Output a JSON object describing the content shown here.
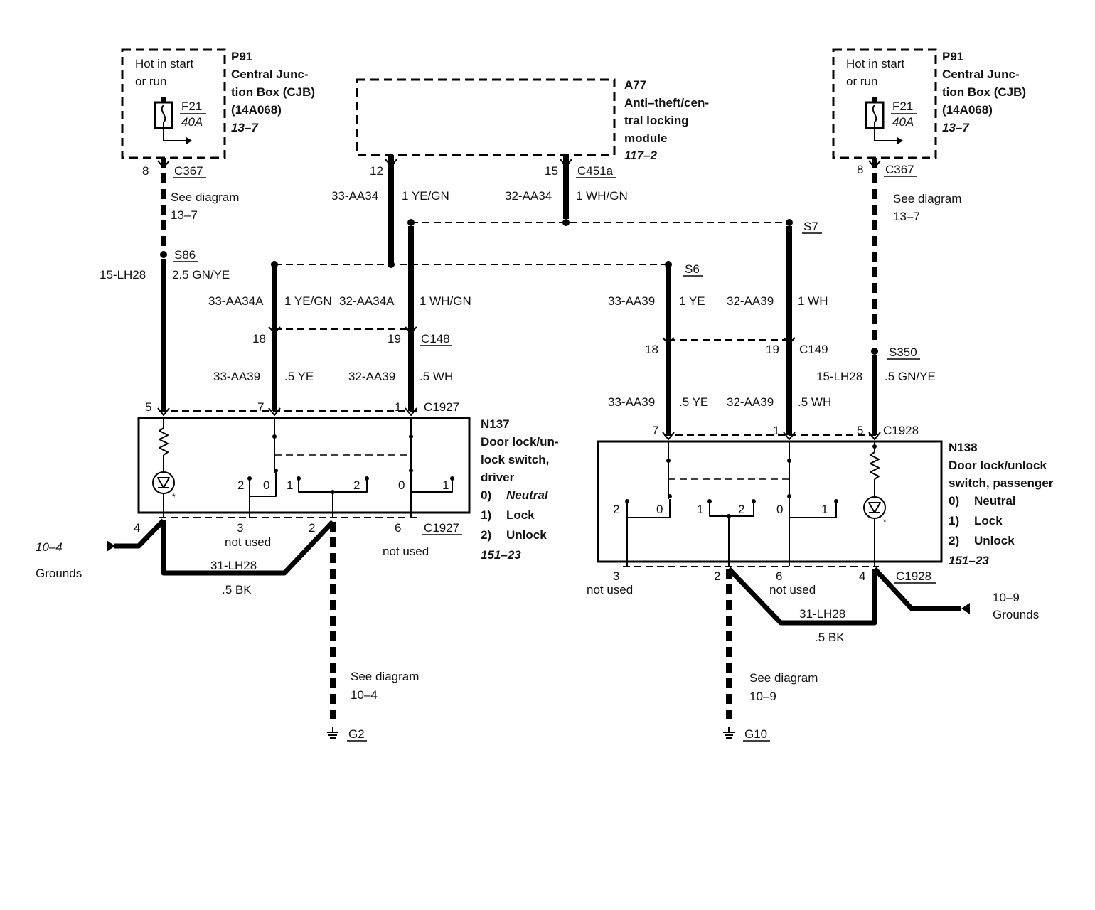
{
  "left_cjb": {
    "id": "P91",
    "name_lines": [
      "Central Junc-",
      "tion Box (CJB)",
      "(14A068)"
    ],
    "ref": "13–7",
    "hot_lines": [
      "Hot in start",
      "or run"
    ],
    "fuse_id": "F21",
    "fuse_rating": "40A",
    "pin": "8",
    "connector": "C367",
    "see_diagram": [
      "See diagram",
      "13–7"
    ]
  },
  "right_cjb": {
    "id": "P91",
    "name_lines": [
      "Central Junc-",
      "tion Box (CJB)",
      "(14A068)"
    ],
    "ref": "13–7",
    "hot_lines": [
      "Hot in start",
      "or run"
    ],
    "fuse_id": "F21",
    "fuse_rating": "40A",
    "pin": "8",
    "connector": "C367",
    "see_diagram": [
      "See diagram",
      "13–7"
    ]
  },
  "module": {
    "id": "A77",
    "name_lines": [
      "Anti–theft/cen-",
      "tral locking",
      "module"
    ],
    "ref": "117–2",
    "pin_a": "12",
    "pin_b": "15",
    "connector": "C451a",
    "wire_a_circuit": "33-AA34",
    "wire_a_color": "1 YE/GN",
    "wire_b_circuit": "32-AA34",
    "wire_b_color": "1 WH/GN"
  },
  "splices": {
    "s86": "S86",
    "s86_circuit": "15-LH28",
    "s86_color": "2.5 GN/YE",
    "s7": "S7",
    "s6": "S6",
    "s350": "S350",
    "s350_circuit": "15-LH28",
    "s350_color": ".5 GN/YE"
  },
  "left_branch": {
    "wire1_circuit": "33-AA34A",
    "wire1_color": "1 YE/GN",
    "wire2_circuit": "32-AA34A",
    "wire2_color": "1 WH/GN",
    "pin18": "18",
    "pin19": "19",
    "connector": "C148",
    "wire3_circuit": "33-AA39",
    "wire3_color": ".5 YE",
    "wire4_circuit": "32-AA39",
    "wire4_color": ".5 WH"
  },
  "right_branch": {
    "wire1_circuit": "33-AA39",
    "wire1_color": "1 YE",
    "wire2_circuit": "32-AA39",
    "wire2_color": "1 WH",
    "pin18": "18",
    "pin19": "19",
    "connector": "C149",
    "wire3_circuit": "33-AA39",
    "wire3_color": ".5 YE",
    "wire4_circuit": "32-AA39",
    "wire4_color": ".5 WH"
  },
  "driver_switch": {
    "id": "N137",
    "name_lines": [
      "Door lock/un-",
      "lock switch,",
      "driver"
    ],
    "positions": [
      {
        "num": "0)",
        "label": "Neutral"
      },
      {
        "num": "1)",
        "label": "Lock"
      },
      {
        "num": "2)",
        "label": "Unlock"
      }
    ],
    "ref": "151–23",
    "connector_top": "C1927",
    "connector_bottom": "C1927",
    "top_pins": [
      "5",
      "7",
      "1"
    ],
    "bottom_pins": [
      "4",
      "3",
      "2",
      "6"
    ],
    "contacts_a": [
      "2",
      "0"
    ],
    "contacts_b": [
      "1",
      "2"
    ],
    "contacts_c": [
      "0",
      "1"
    ],
    "not_used_3": "not used",
    "not_used_6": "not used",
    "ground_wire_circuit": "31-LH28",
    "ground_wire_color": ".5 BK",
    "grounds_ref": "10–4",
    "grounds_label": "Grounds",
    "see_diagram": [
      "See diagram",
      "10–4"
    ],
    "ground_id": "G2"
  },
  "passenger_switch": {
    "id": "N138",
    "name_lines": [
      "Door lock/unlock",
      "switch, passenger"
    ],
    "positions": [
      {
        "num": "0)",
        "label": "Neutral"
      },
      {
        "num": "1)",
        "label": "Lock"
      },
      {
        "num": "2)",
        "label": "Unlock"
      }
    ],
    "ref": "151–23",
    "connector_top": "C1928",
    "connector_bottom": "C1928",
    "top_pins": [
      "7",
      "1",
      "5"
    ],
    "bottom_pins": [
      "3",
      "2",
      "6",
      "4"
    ],
    "contacts_a": [
      "2",
      "0"
    ],
    "contacts_b": [
      "1",
      "2"
    ],
    "contacts_c": [
      "0",
      "1"
    ],
    "not_used_3": "not used",
    "not_used_6": "not used",
    "ground_wire_circuit": "31-LH28",
    "ground_wire_color": ".5 BK",
    "grounds_ref": "10–9",
    "grounds_label": "Grounds",
    "see_diagram": [
      "See diagram",
      "10–9"
    ],
    "ground_id": "G10"
  }
}
